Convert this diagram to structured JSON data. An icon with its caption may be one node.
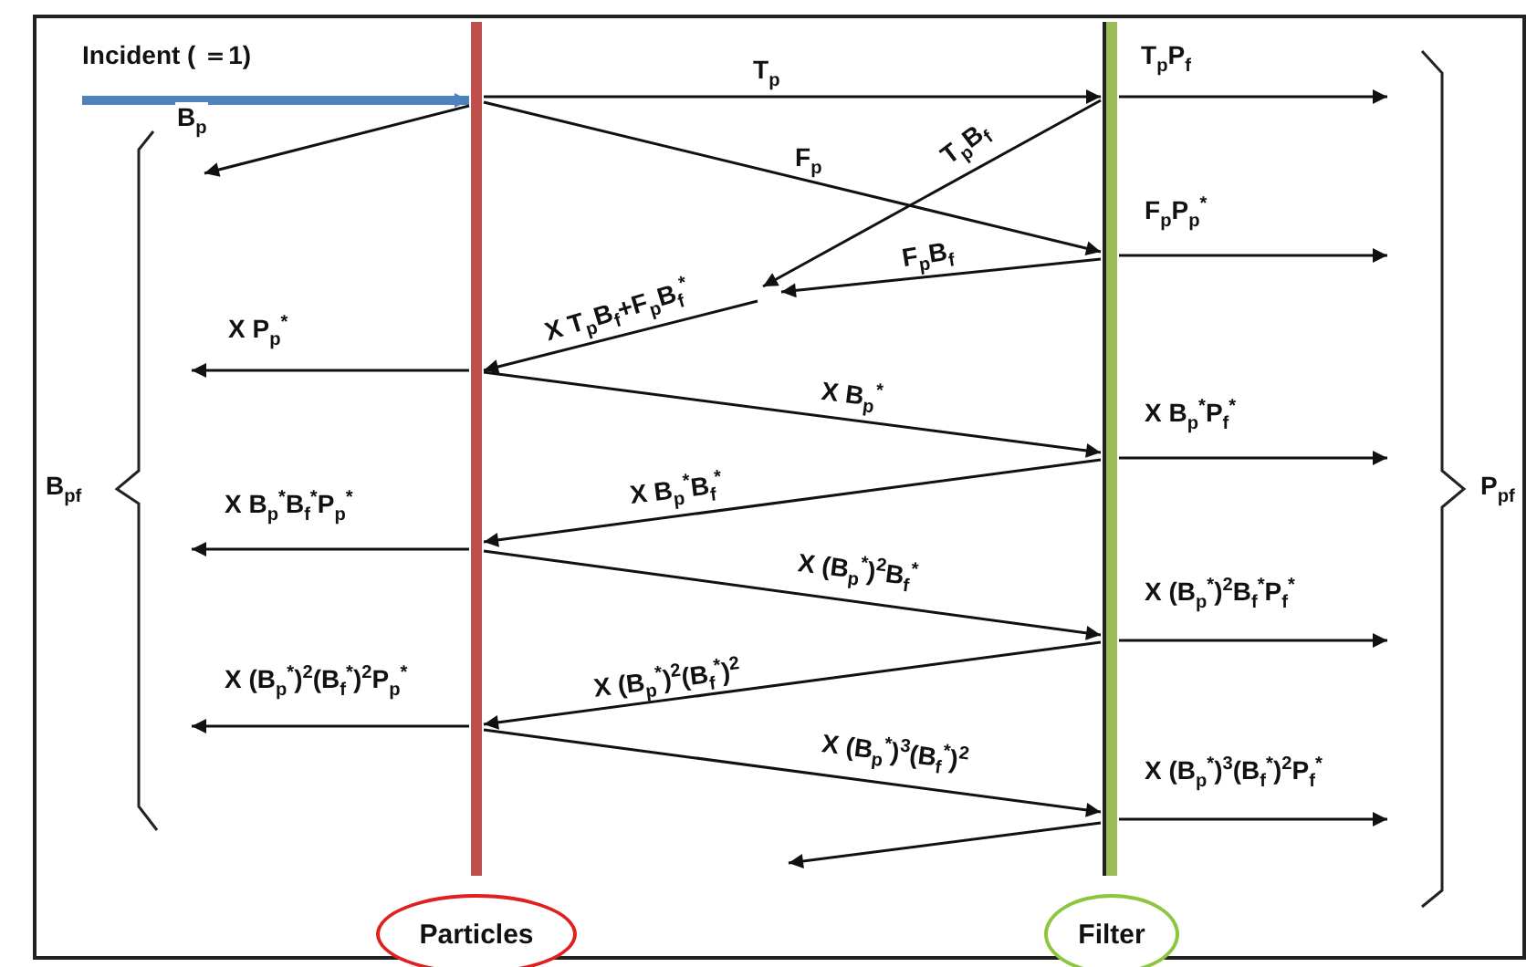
{
  "diagram": {
    "nodes": [
      {
        "text": [],
        "shape": "bar"
      },
      {
        "text": [],
        "shape": "bar"
      },
      {
        "text": [
          "Particles"
        ]
      },
      {
        "text": [
          "Filter"
        ]
      }
    ],
    "edges": [
      {
        "from": null,
        "to": 0,
        "arrow": "to",
        "label": "Incident ( ＝1)",
        "style": "thick",
        "color": "#4f81bd"
      },
      {
        "from": 0,
        "to": null,
        "arrow": "to",
        "label": "B$_{p}$"
      },
      {
        "from": 0,
        "to": 1,
        "arrow": "to",
        "label": "T$_{p}$"
      },
      {
        "from": 0,
        "to": 1,
        "arrow": "to",
        "label": "F$_{p}$"
      },
      {
        "from": 1,
        "to": null,
        "arrow": "to",
        "label": "T$_{p}$B$_{f}$"
      },
      {
        "from": 1,
        "to": null,
        "arrow": "to",
        "label": "F$_{p}$B$_{f}$"
      },
      {
        "from": null,
        "to": 0,
        "arrow": "to",
        "label": "X T$_{p}$B$_{f}$+F$_{p}$B$_{f}$$^{*}$"
      },
      {
        "from": 1,
        "to": null,
        "arrow": "to",
        "label": "T$_{p}$P$_{f}$"
      },
      {
        "from": 1,
        "to": null,
        "arrow": "to",
        "label": "F$_{p}$P$_{p}$$^{*}$"
      },
      {
        "from": 0,
        "to": null,
        "arrow": "to",
        "label": "X P$_{p}$$^{*}$"
      },
      {
        "from": 0,
        "to": 1,
        "arrow": "to",
        "label": "X B$_{p}$$^{*}$"
      },
      {
        "from": 1,
        "to": null,
        "arrow": "to",
        "label": "X B$_{p}$$^{*}$P$_{f}$$^{*}$"
      },
      {
        "from": 1,
        "to": 0,
        "arrow": "to",
        "label": "X B$_{p}$$^{*}$B$_{f}$$^{*}$"
      },
      {
        "from": 0,
        "to": null,
        "arrow": "to",
        "label": "X B$_{p}$$^{*}$B$_{f}$$^{*}$P$_{p}$$^{*}$"
      },
      {
        "from": 0,
        "to": 1,
        "arrow": "to",
        "label": "X (B$_{p}$$^{*}$)$^{2}$B$_{f}$$^{*}$"
      },
      {
        "from": 1,
        "to": null,
        "arrow": "to",
        "label": "X (B$_{p}$$^{*}$)$^{2}$B$_{f}$$^{*}$P$_{f}$$^{*}$"
      },
      {
        "from": 1,
        "to": 0,
        "arrow": "to",
        "label": "X (B$_{p}$$^{*}$)$^{2}$(B$_{f}$$^{*}$)$^{2}$"
      },
      {
        "from": 0,
        "to": null,
        "arrow": "to",
        "label": "X (B$_{p}$$^{*}$)$^{2}$(B$_{f}$$^{*}$)$^{2}$P$_{p}$$^{*}$"
      },
      {
        "from": 0,
        "to": 1,
        "arrow": "to",
        "label": "X (B$_{p}$$^{*}$)$^{3}$(B$_{f}$$^{*}$)$^{2}$"
      },
      {
        "from": 1,
        "to": null,
        "arrow": "to",
        "label": "X (B$_{p}$$^{*}$)$^{3}$(B$_{f}$$^{*}$)$^{2}$P$_{f}$$^{*}$"
      },
      {
        "from": 1,
        "to": null,
        "arrow": "to"
      }
    ],
    "labels": [
      "B$_{pf}$",
      "P$_{pf}$"
    ]
  }
}
